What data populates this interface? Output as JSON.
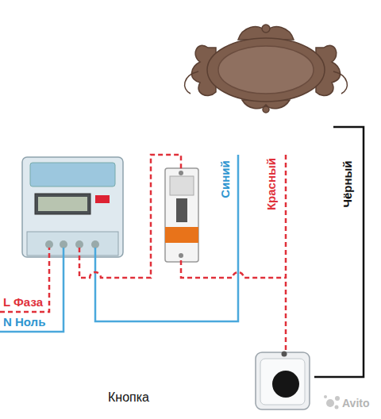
{
  "diagram": {
    "nodes": [
      {
        "text": [
          "Кнопка"
        ]
      }
    ],
    "labels": [
      "L Фаза",
      "N Ноль",
      "Синий",
      "Красный",
      "Чёрный",
      "Avito"
    ]
  }
}
